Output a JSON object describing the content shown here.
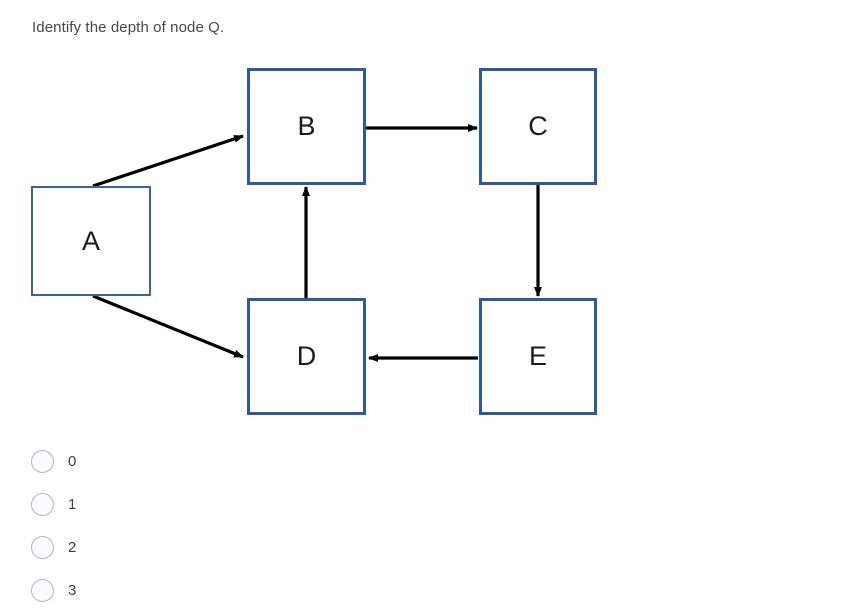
{
  "question": {
    "text": "Identify the depth of node Q."
  },
  "diagram": {
    "type": "directed-graph",
    "node_border_color": "#2e5b97",
    "edge_color": "#000000",
    "nodes": [
      {
        "id": "A",
        "label": "A"
      },
      {
        "id": "B",
        "label": "B"
      },
      {
        "id": "C",
        "label": "C"
      },
      {
        "id": "D",
        "label": "D"
      },
      {
        "id": "E",
        "label": "E"
      }
    ],
    "edges": [
      {
        "from": "A",
        "to": "B"
      },
      {
        "from": "A",
        "to": "D"
      },
      {
        "from": "B",
        "to": "C"
      },
      {
        "from": "C",
        "to": "E"
      },
      {
        "from": "E",
        "to": "D"
      },
      {
        "from": "D",
        "to": "B"
      }
    ]
  },
  "answers": {
    "options": [
      {
        "value": "0",
        "label": "0",
        "selected": false
      },
      {
        "value": "1",
        "label": "1",
        "selected": false
      },
      {
        "value": "2",
        "label": "2",
        "selected": false
      },
      {
        "value": "3",
        "label": "3",
        "selected": false
      }
    ]
  }
}
